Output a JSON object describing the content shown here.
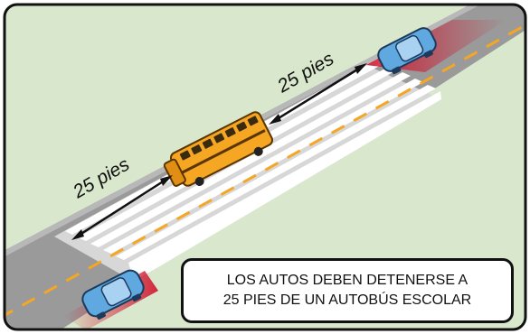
{
  "labels": {
    "distance_left": "25 pies",
    "distance_right": "25 pies"
  },
  "caption": {
    "line1": "LOS AUTOS DEBEN DETENERSE A",
    "line2": "25 PIES DE UN AUTOBÚS ESCOLAR"
  },
  "colors": {
    "grass": "#d9e8cc",
    "road": "#9a9a9a",
    "crosswalk": "#ffffff",
    "lane_line": "#f5a623",
    "bus": "#f5a623",
    "car": "#5fa8e0",
    "stop_zone": "#d0112b",
    "frame": "#111111"
  }
}
